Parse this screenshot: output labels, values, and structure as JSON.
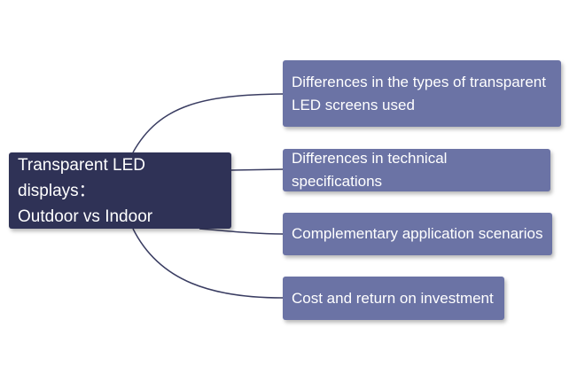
{
  "colors": {
    "root_fill": "#2f3256",
    "child_fill": "#6b73a5",
    "connector": "#3a3d62"
  },
  "root": {
    "line1": "Transparent LED displays：",
    "line2": "Outdoor vs Indoor"
  },
  "children": [
    {
      "line1": "Differences in the types of transparent",
      "line2": "LED screens used"
    },
    {
      "line1": "Differences in technical specifications"
    },
    {
      "line1": "Complementary application scenarios"
    },
    {
      "line1": "Cost and return on investment"
    }
  ]
}
